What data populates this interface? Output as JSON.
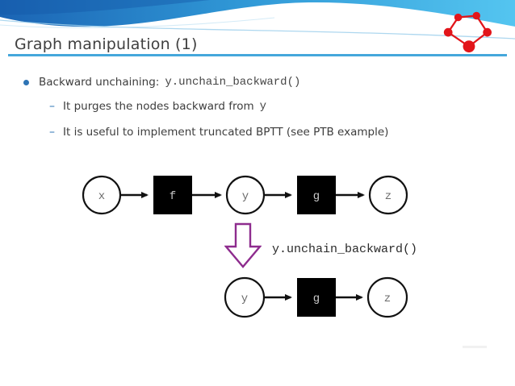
{
  "title": "Graph manipulation (1)",
  "marks": {
    "sub_dash": "–"
  },
  "bullet": {
    "label": "Backward unchaining:",
    "code": "y.unchain_backward()"
  },
  "sub_bullets": [
    {
      "text": "It purges the nodes backward from",
      "code": "y"
    },
    {
      "text": "It is useful to implement truncated BPTT (see PTB example)"
    }
  ],
  "diagram": {
    "before": {
      "nodes": [
        {
          "label": "x",
          "shape": "circle"
        },
        {
          "label": "f",
          "shape": "square"
        },
        {
          "label": "y",
          "shape": "circle"
        },
        {
          "label": "g",
          "shape": "square"
        },
        {
          "label": "z",
          "shape": "circle"
        }
      ]
    },
    "operation": "y.unchain_backward()",
    "after": {
      "nodes": [
        {
          "label": "y",
          "shape": "circle"
        },
        {
          "label": "g",
          "shape": "square"
        },
        {
          "label": "z",
          "shape": "circle"
        }
      ]
    }
  },
  "icons": {
    "logo": "red-network-graph-logo"
  },
  "colors": {
    "accent_blue": "#2e74b5",
    "title_rule_blue": "#45a7db",
    "banner_blue_left": "#1b64b4",
    "banner_blue_right": "#54c5f0",
    "logo_red": "#e2151a",
    "block_arrow_purple": "#8e2c8e",
    "node_black": "#000000"
  }
}
